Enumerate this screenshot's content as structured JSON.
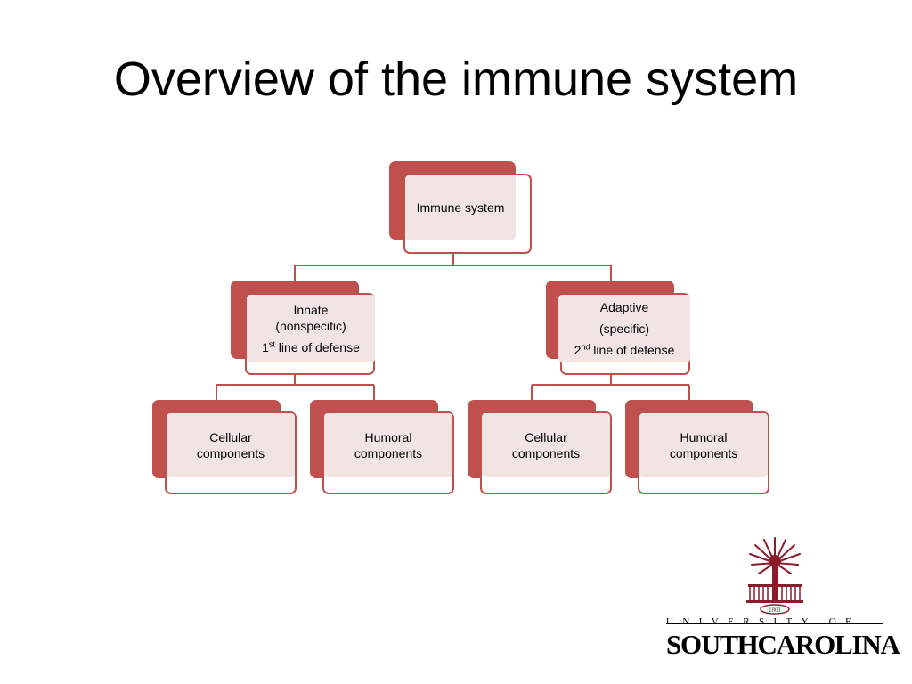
{
  "title": "Overview of the immune system",
  "diagram": {
    "root": {
      "label": "Immune system"
    },
    "innate": {
      "line1": "Innate",
      "line2": "(nonspecific)",
      "line3_num": "1",
      "line3_sup": "st",
      "line3_rest": " line of defense"
    },
    "adaptive": {
      "line1": "Adaptive",
      "line2": "(specific)",
      "line3_num": "2",
      "line3_sup": "nd",
      "line3_rest": " line of defense"
    },
    "innate_cellular": {
      "line1": "Cellular",
      "line2": "components"
    },
    "innate_humoral": {
      "line1": "Humoral",
      "line2": "components"
    },
    "adaptive_cellular": {
      "line1": "Cellular",
      "line2": "components"
    },
    "adaptive_humoral": {
      "line1": "Humoral",
      "line2": "components"
    },
    "colors": {
      "accent": "#c0504d",
      "fill": "#f3e4e4",
      "line": "#c0504d"
    }
  },
  "logo": {
    "university_of": "UNIVERSITY OF",
    "south": "SOUTH",
    "carolina": "CAROLINA",
    "year": "1801",
    "color": "#8b1a2b"
  }
}
